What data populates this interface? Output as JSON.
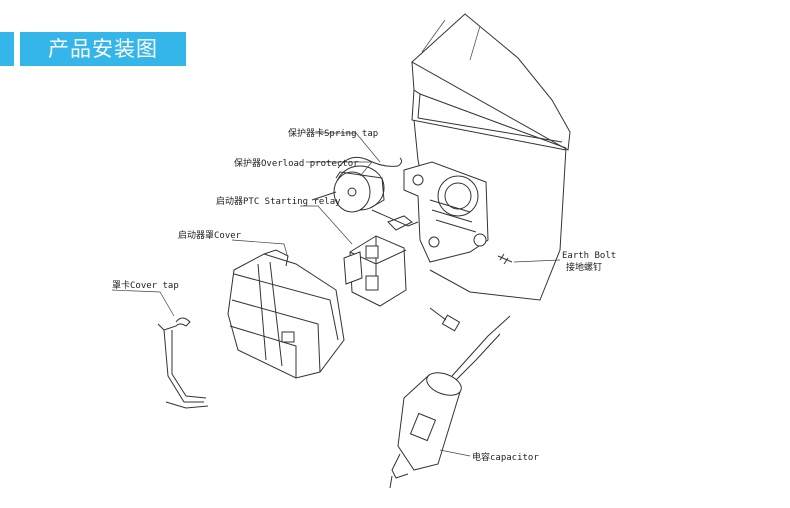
{
  "header": {
    "title": "产品安装图",
    "accent_color": "#35b6ea"
  },
  "labels": {
    "spring_tap": "保护器卡Spring tap",
    "overload_protector": "保护器Overload protector",
    "ptc_relay": "启动器PTC Starting relay",
    "cover": "启动器罩Cover",
    "cover_tap": "罩卡Cover tap",
    "earth_bolt_en": "Earth Bolt",
    "earth_bolt_cn": "接地螺钉",
    "capacitor": "电容capacitor"
  }
}
